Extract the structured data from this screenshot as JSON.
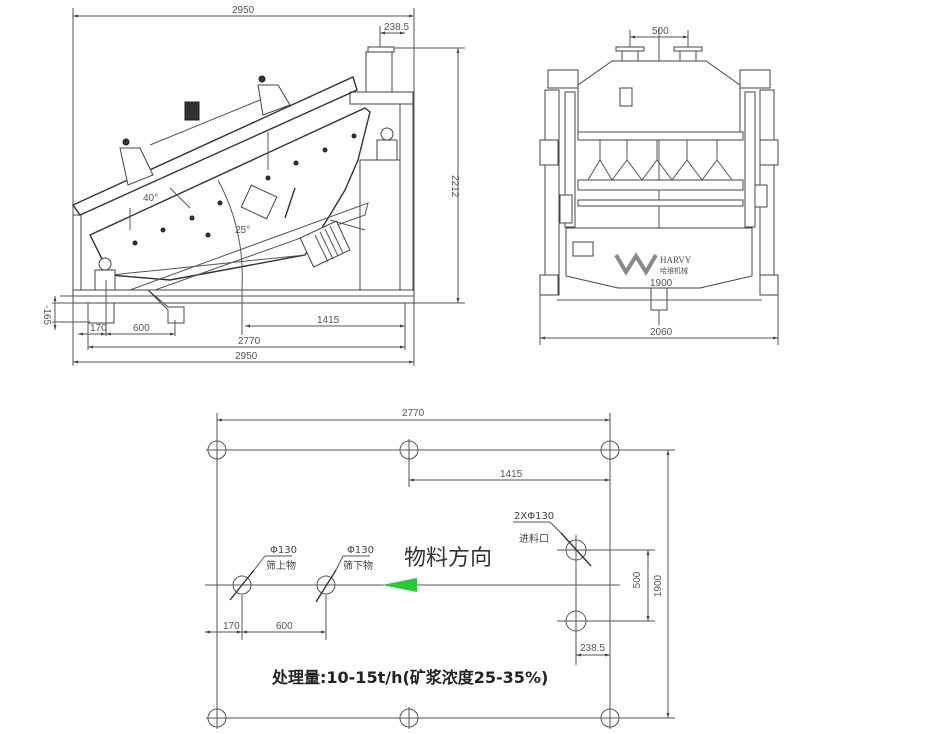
{
  "side_view": {
    "dims": {
      "overall_top": "2950",
      "outlet_offset": "238.5",
      "height": "2212",
      "base_offset": "-165",
      "d170": "170",
      "d600": "600",
      "d1415": "1415",
      "d2770": "2770",
      "overall_bottom": "2950"
    },
    "angles": {
      "upper": "40°",
      "lower": "25°"
    }
  },
  "front_view": {
    "dims": {
      "inlet_spacing": "500",
      "inner_width": "1900",
      "overall_width": "2060"
    },
    "logo": {
      "brand": "HARVY",
      "brand_cn": "哈维机械"
    }
  },
  "plan_view": {
    "dims": {
      "length": "2770",
      "d1415": "1415",
      "d170": "170",
      "d600": "600",
      "d500": "500",
      "width": "1900",
      "d238": "238.5"
    },
    "ports": {
      "oversize": {
        "size": "Φ130",
        "label": "筛上物"
      },
      "undersize": {
        "size": "Φ130",
        "label": "筛下物"
      },
      "inlet": {
        "size": "2XΦ130",
        "label": "进料口"
      }
    },
    "flow_direction": "物料方向",
    "arrow_color": "#22cc33",
    "capacity": "处理量:10-15t/h(矿浆浓度25-35%)"
  }
}
